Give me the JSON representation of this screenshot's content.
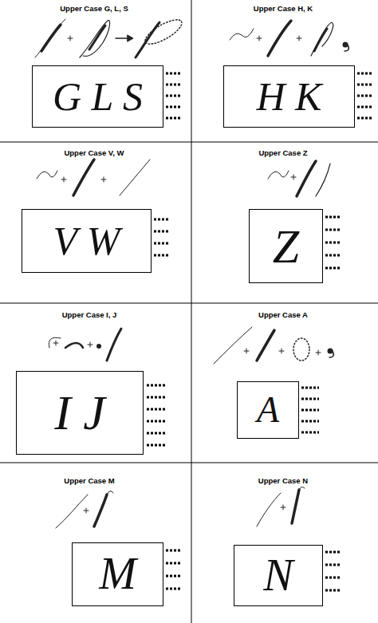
{
  "diagram": {
    "nodes": [
      {
        "text": [
          "G L S"
        ]
      },
      {
        "text": [
          "H K"
        ]
      },
      {
        "text": [
          "V W"
        ]
      },
      {
        "text": [
          "Z"
        ]
      },
      {
        "text": [
          "I J"
        ]
      },
      {
        "text": [
          "A"
        ]
      },
      {
        "text": [
          "M"
        ]
      },
      {
        "text": [
          "N"
        ]
      }
    ],
    "labels": [
      "Upper Case G, L, S",
      "Upper Case H, K",
      "Upper Case V, W",
      "Upper Case Z",
      "Upper Case I, J",
      "Upper Case A",
      "Upper Case M",
      "Upper Case N"
    ]
  }
}
